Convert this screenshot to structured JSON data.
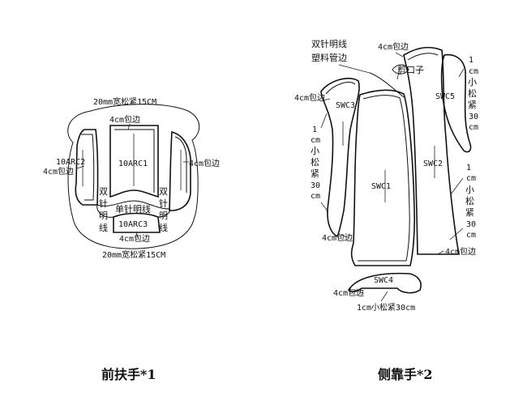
{
  "front": {
    "top_note": "20mm宽松紧15CM",
    "bottom_note": "20mm宽松紧15CM",
    "left_piece_code": "10ARC2",
    "left_piece_note": "4cm包边",
    "center_top_note": "4cm包边",
    "center_piece_code": "10ARC1",
    "right_piece_note": "4cm包边",
    "left_stitch": [
      "双",
      "针",
      "明",
      "线"
    ],
    "right_stitch": [
      "双",
      "针",
      "明",
      "线"
    ],
    "single_stitch": "单针明线",
    "bottom_piece_code": "10ARC3",
    "bottom_piece_note": "4cm包边",
    "caption": "前扶手*1"
  },
  "side": {
    "note_stitch_1": "双针明线",
    "note_stitch_2": "塑料管边",
    "top_note": "4cm包边",
    "cut_note": "剪口子",
    "left_note": "4cm包边",
    "swc3": "SWC3",
    "swc5": "SWC5",
    "swc1": "SWC1",
    "swc2": "SWC2",
    "swc4": "SWC4",
    "left_elastic": [
      "1",
      "cm",
      "小",
      "松",
      "紧",
      "30",
      "cm"
    ],
    "right_elastic_top": [
      "1",
      "cm",
      "小",
      "松",
      "紧",
      "30",
      "cm"
    ],
    "right_elastic_mid": [
      "1",
      "cm",
      "小",
      "松",
      "紧",
      "30",
      "cm"
    ],
    "left_bottom_note": "4cm包边",
    "right_bottom_note": "4cm包边",
    "bottom_left_note": "4cm包边",
    "bottom_elastic": "1cm小松紧30cm",
    "caption": "侧靠手*2"
  }
}
